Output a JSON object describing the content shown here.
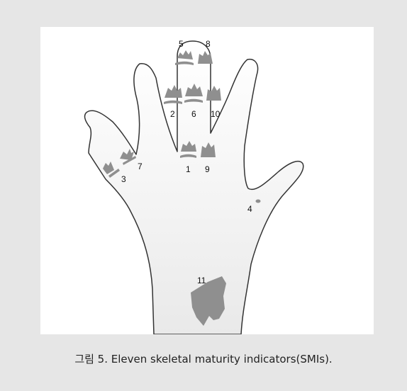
{
  "figure": {
    "caption": "그림 5. Eleven skeletal maturity indicators(SMIs).",
    "labels": {
      "smi1": "1",
      "smi2": "2",
      "smi3": "3",
      "smi4": "4",
      "smi5": "5",
      "smi6": "6",
      "smi7": "7",
      "smi8": "8",
      "smi9": "9",
      "smi10": "10",
      "smi11": "11"
    },
    "colors": {
      "page_background": "#e6e6e6",
      "figure_background": "#ffffff",
      "hand_outline": "#333333",
      "bone_marker": "#8f8f8f"
    }
  }
}
